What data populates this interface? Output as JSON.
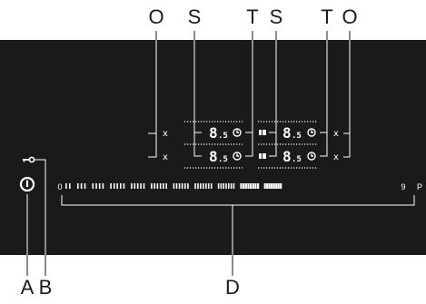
{
  "callouts_top": {
    "o_left": "O",
    "s_left": "S",
    "t_left": "T",
    "s_right": "S",
    "t_right": "T",
    "o_right": "O"
  },
  "callouts_bottom": {
    "a": "A",
    "b": "B",
    "d": "D"
  },
  "panel": {
    "x_mark": "x",
    "level_digit": "8",
    "level_sub": ".5",
    "timer_icon": "clock-icon",
    "bridge_icon": "bridge-icon",
    "key_icon": "key-icon",
    "power_icon": "power-icon",
    "slider_min": "0",
    "slider_max": "9",
    "slider_boost": "P"
  },
  "colors": {
    "panel": "#1a1a1a",
    "glyph": "#ffffff",
    "leader": "#ffffff",
    "leader_outside": "#1a1a1a"
  }
}
